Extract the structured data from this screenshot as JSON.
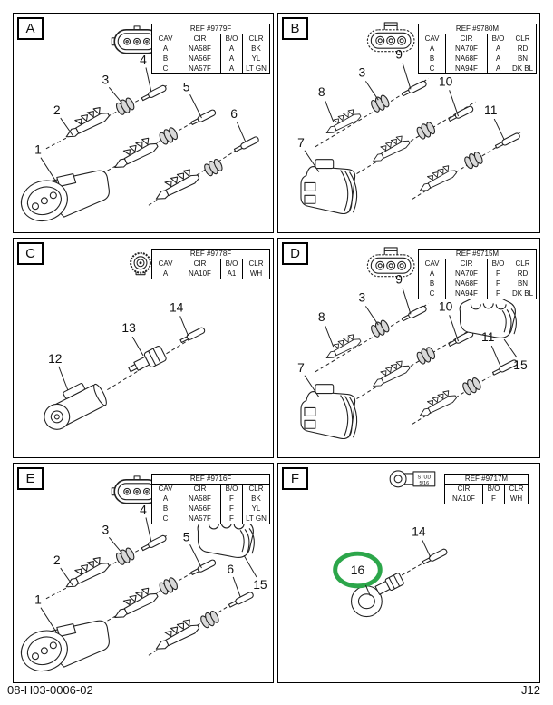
{
  "page": {
    "background": "#ffffff",
    "footer_left": "08-H03-0006-02",
    "footer_right": "J12"
  },
  "panels": [
    {
      "label": "A",
      "ref": "REF #9779F",
      "icon": "3-cavity-oval-connector-face-icon",
      "headers": [
        "CAV",
        "CIR",
        "B/O",
        "CLR"
      ],
      "rows": [
        [
          "A",
          "NA58F",
          "A",
          "BK"
        ],
        [
          "B",
          "NA56F",
          "A",
          "YL"
        ],
        [
          "C",
          "NA57F",
          "A",
          "LT GN"
        ]
      ],
      "callouts": [
        "1",
        "2",
        "3",
        "4",
        "5",
        "6"
      ]
    },
    {
      "label": "B",
      "ref": "REF #9780M",
      "icon": "3-cavity-oval-connector-face-tab-icon",
      "headers": [
        "CAV",
        "CIR",
        "B/O",
        "CLR"
      ],
      "rows": [
        [
          "A",
          "NA70F",
          "A",
          "RD"
        ],
        [
          "B",
          "NA68F",
          "A",
          "BN"
        ],
        [
          "C",
          "NA94F",
          "A",
          "DK BL"
        ]
      ],
      "callouts": [
        "7",
        "8",
        "3",
        "9",
        "10",
        "11"
      ]
    },
    {
      "label": "C",
      "ref": "REF #9778F",
      "icon": "round-connector-face-icon",
      "headers": [
        "CAV",
        "CIR",
        "B/O",
        "CLR"
      ],
      "rows": [
        [
          "A",
          "NA10F",
          "A1",
          "WH"
        ]
      ],
      "callouts": [
        "12",
        "13",
        "14"
      ]
    },
    {
      "label": "D",
      "ref": "REF #9715M",
      "icon": "3-cavity-oval-connector-face-tab-icon",
      "headers": [
        "CAV",
        "CIR",
        "B/O",
        "CLR"
      ],
      "rows": [
        [
          "A",
          "NA70F",
          "F",
          "RD"
        ],
        [
          "B",
          "NA68F",
          "F",
          "BN"
        ],
        [
          "C",
          "NA94F",
          "F",
          "DK BL"
        ]
      ],
      "callouts": [
        "7",
        "8",
        "3",
        "9",
        "10",
        "11",
        "15"
      ]
    },
    {
      "label": "E",
      "ref": "REF #9716F",
      "icon": "3-cavity-oval-connector-face-icon",
      "headers": [
        "CAV",
        "CIR",
        "B/O",
        "CLR"
      ],
      "rows": [
        [
          "A",
          "NA58F",
          "F",
          "BK"
        ],
        [
          "B",
          "NA56F",
          "F",
          "YL"
        ],
        [
          "C",
          "NA57F",
          "F",
          "LT GN"
        ]
      ],
      "callouts": [
        "1",
        "2",
        "3",
        "4",
        "5",
        "6",
        "15"
      ]
    },
    {
      "label": "F",
      "ref": "REF #9717M",
      "icon": "ring-terminal-stud-icon",
      "headers": [
        "CIR",
        "B/O",
        "CLR"
      ],
      "rows": [
        [
          "NA10F",
          "F",
          "WH"
        ]
      ],
      "stud_line1": "STUD",
      "stud_line2": "5/16",
      "highlight_color": "#2ca64a",
      "callouts": [
        "16",
        "14"
      ]
    }
  ]
}
